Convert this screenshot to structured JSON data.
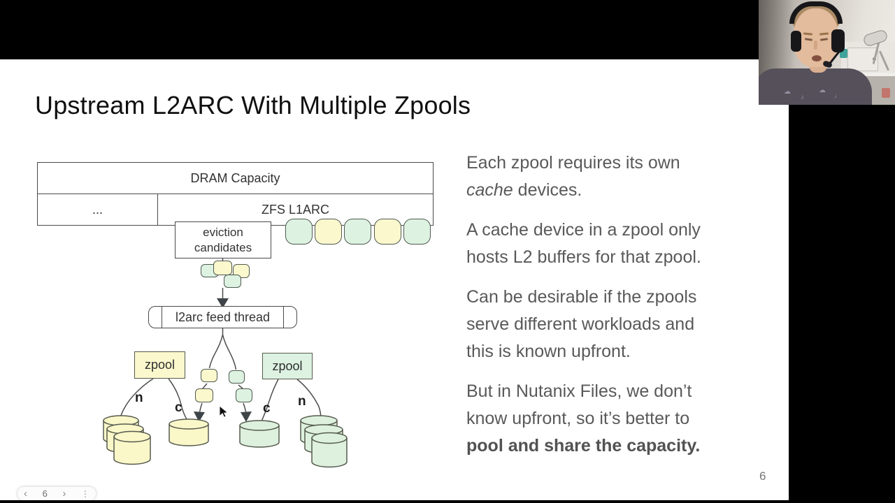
{
  "slide": {
    "title": "Upstream L2ARC With Multiple Zpools",
    "page_number": "6",
    "diagram": {
      "dram_label": "DRAM Capacity",
      "dots_label": "...",
      "l1arc_label": "ZFS L1ARC",
      "eviction_label": "eviction candidates",
      "feed_label": "l2arc feed thread",
      "zpool_left_label": "zpool",
      "zpool_right_label": "zpool",
      "edge_labels": {
        "left_n": "n",
        "left_c": "c",
        "right_c": "c",
        "right_n": "n"
      },
      "chip_colors": [
        "green",
        "yellow",
        "green",
        "yellow",
        "green"
      ],
      "palette": {
        "yellow": "#fbf8cd",
        "green": "#ddf2e1",
        "outline": "#4f5a50"
      }
    },
    "paragraphs": [
      {
        "lines": [
          {
            "segments": [
              {
                "text": "Each zpool requires its own"
              }
            ]
          },
          {
            "segments": [
              {
                "text": "cache"
              },
              {
                "text": " devices."
              }
            ]
          }
        ]
      },
      {
        "lines": [
          {
            "segments": [
              {
                "text": "A cache device in a zpool only"
              }
            ]
          },
          {
            "segments": [
              {
                "text": "hosts L2 buffers for that zpool."
              }
            ]
          }
        ]
      },
      {
        "lines": [
          {
            "segments": [
              {
                "text": "Can be desirable if the zpools"
              }
            ]
          },
          {
            "segments": [
              {
                "text": "serve different workloads and"
              }
            ]
          },
          {
            "segments": [
              {
                "text": "this is known upfront."
              }
            ]
          }
        ]
      },
      {
        "lines": [
          {
            "segments": [
              {
                "text": "But in Nutanix Files, we don’t"
              }
            ]
          },
          {
            "segments": [
              {
                "text": "know upfront, so it’s better to"
              }
            ]
          },
          {
            "segments": [
              {
                "text": "pool and share the capacity."
              }
            ]
          }
        ]
      }
    ]
  },
  "controls": {
    "prev_icon": "‹",
    "next_icon": "›",
    "current_slide": "6",
    "menu_icon": "⋮"
  }
}
